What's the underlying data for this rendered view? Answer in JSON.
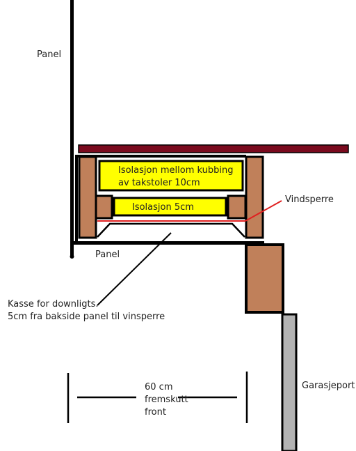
{
  "labels": {
    "panel_top": "Panel",
    "panel_bottom": "Panel",
    "insulation_large_line1": "Isolasjon mellom kubbing",
    "insulation_large_line2": "av takstoler 10cm",
    "insulation_small": "Isolasjon 5cm",
    "wind_barrier": "Vindsperre",
    "box_note_line1": "Kasse for downligts.",
    "box_note_line2": "5cm fra bakside panel til vinsperre",
    "garage_door": "Garasjeport",
    "dimension_line1": "60 cm",
    "dimension_line2": "fremskutt",
    "dimension_line3": "front"
  },
  "colors": {
    "roof": "#7a0a1e",
    "wood": "#c0805a",
    "insulation": "#ffff00",
    "wind_barrier": "#e02020",
    "wind_barrier_label": "#cc2a2a",
    "garage_door": "#b3b3b3",
    "outline": "#000000"
  }
}
